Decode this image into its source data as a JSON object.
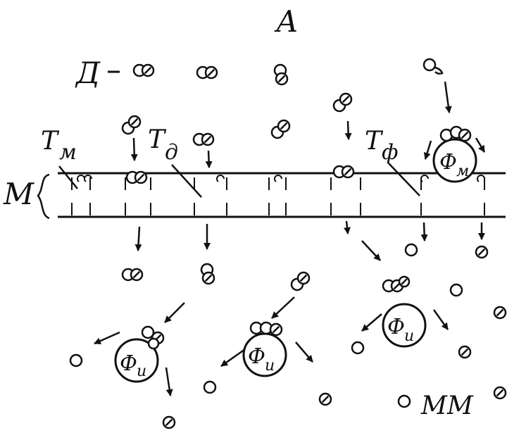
{
  "labels": {
    "title": "А",
    "donor": "Д",
    "membrane": "М",
    "t_m": "Т",
    "t_m_sub": "м",
    "t_d": "Т",
    "t_d_sub": "д",
    "t_f": "Т",
    "t_f_sub": "ф",
    "enzyme_m": "Ф",
    "enzyme_m_sub": "м",
    "enzyme_i": "Ф",
    "enzyme_i_sub": "и",
    "mm": "ММ"
  },
  "colors": {
    "ink": "#111111",
    "background": "#ffffff"
  }
}
